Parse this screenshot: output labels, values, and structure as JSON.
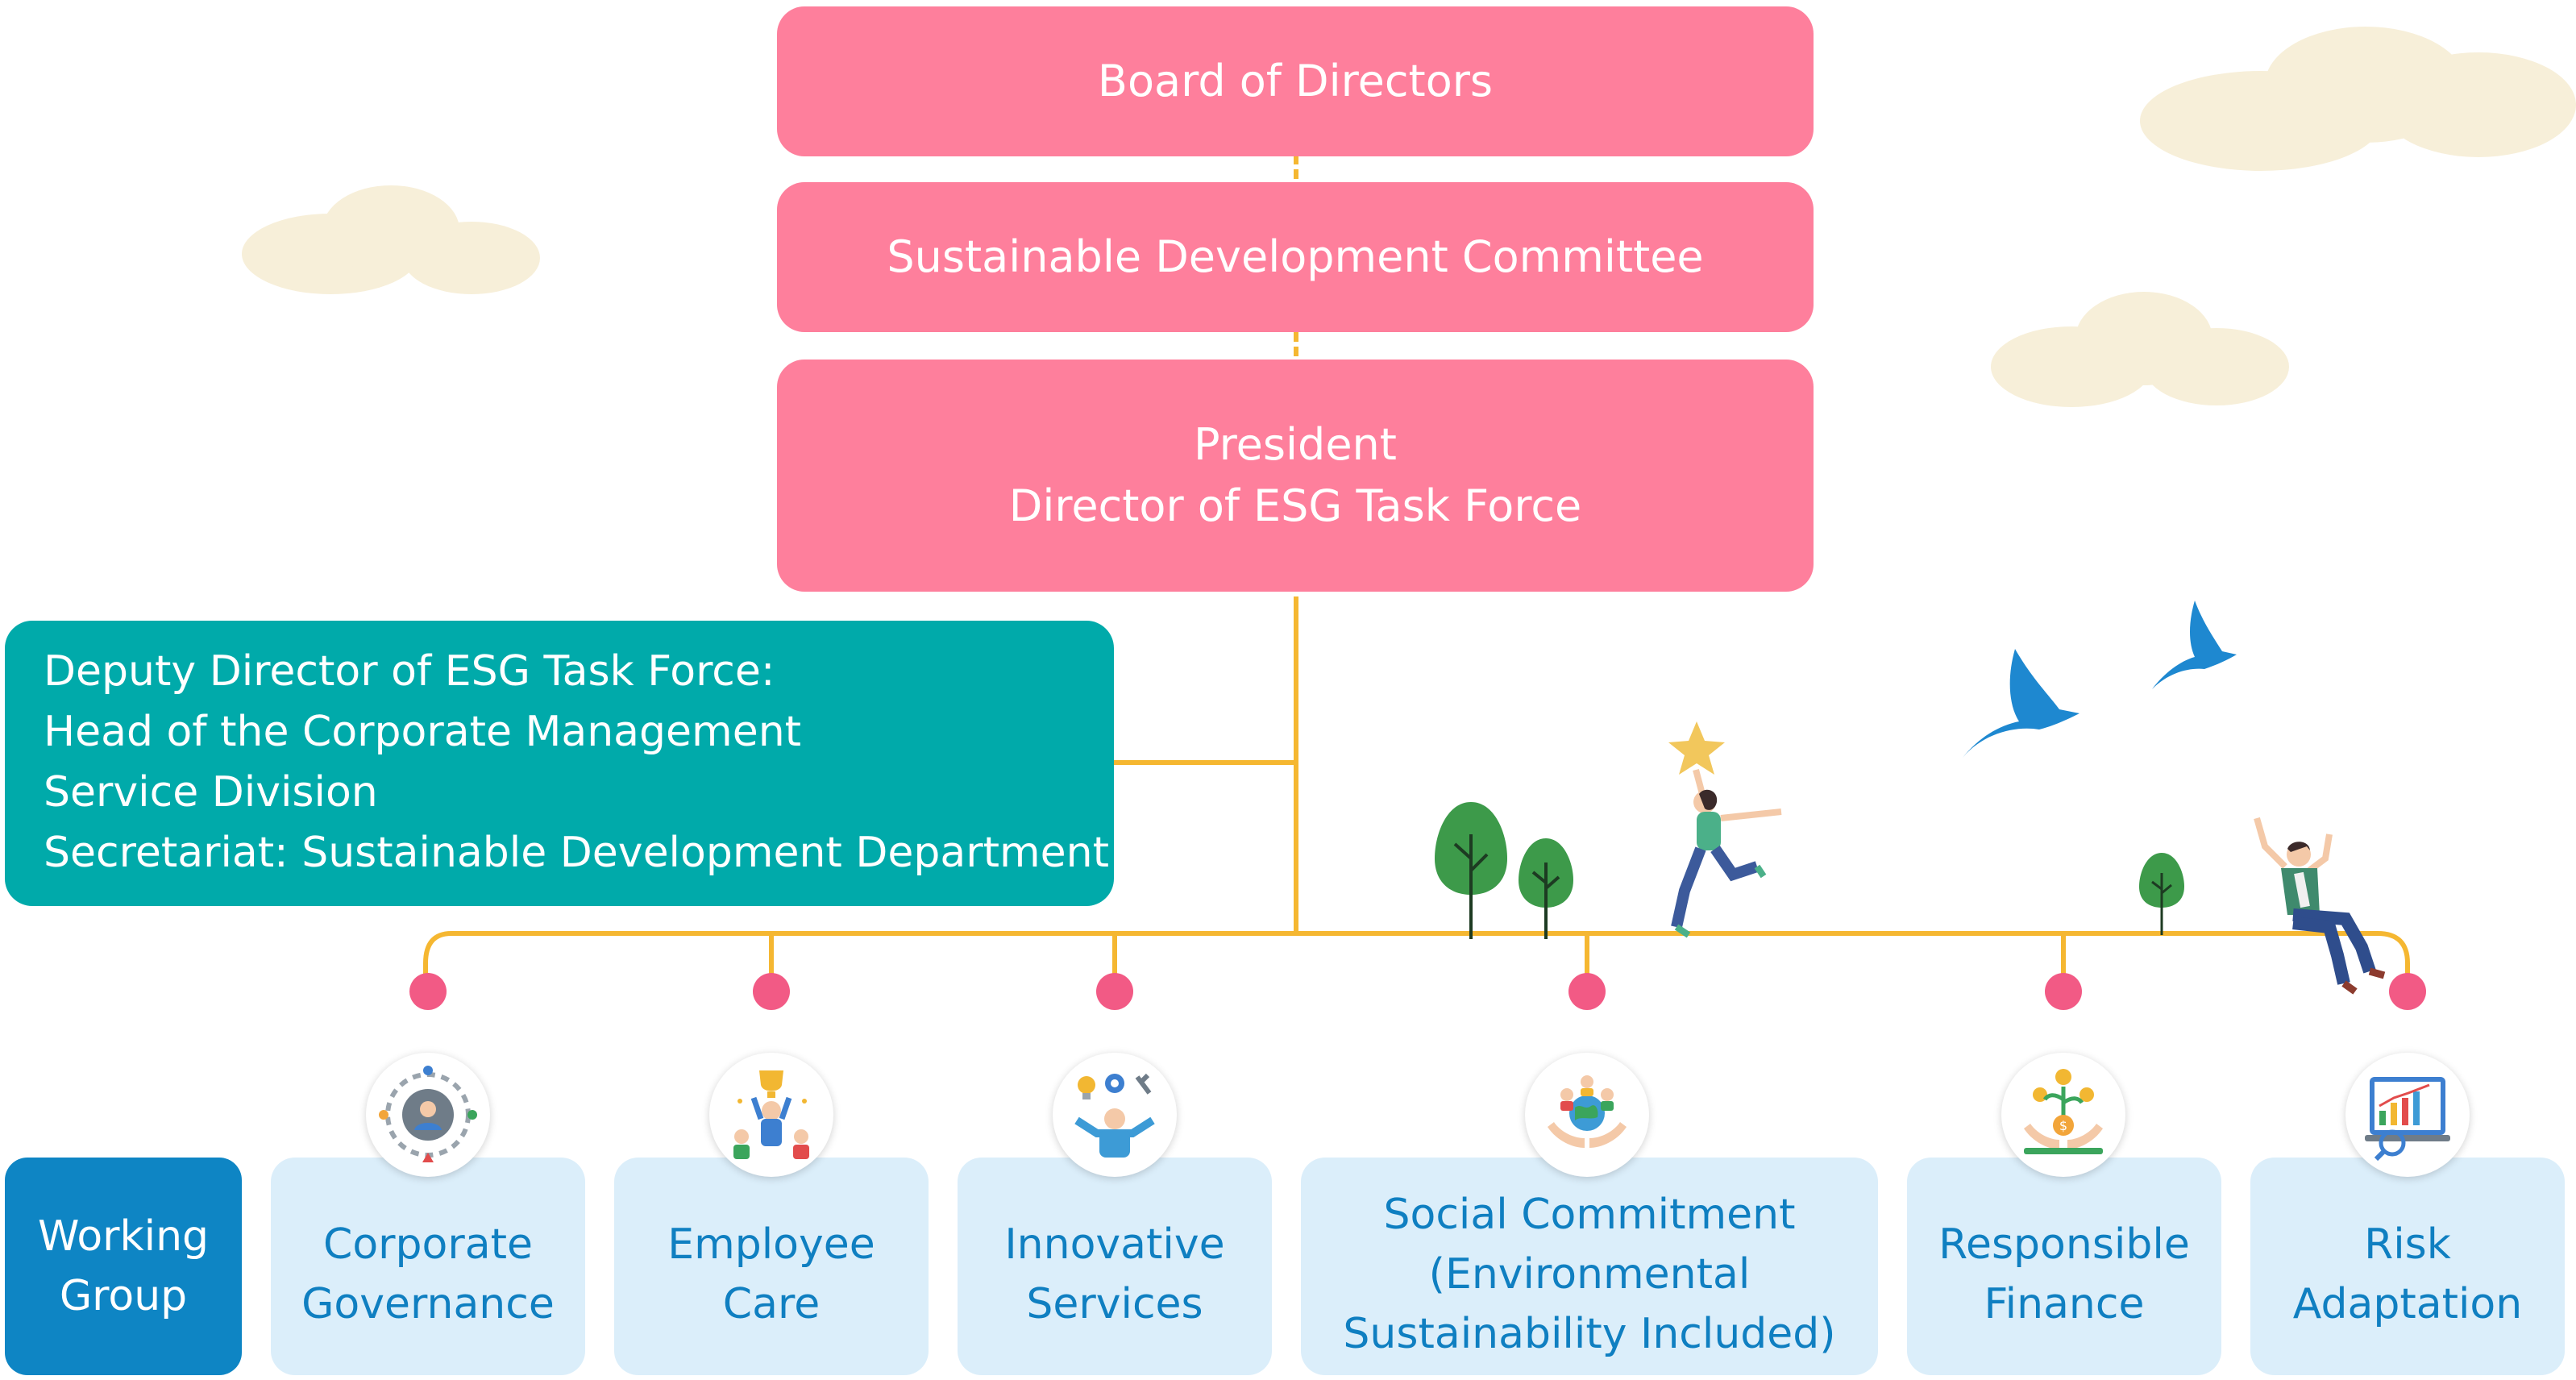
{
  "hierarchy": {
    "board": "Board of Directors",
    "committee": "Sustainable Development Committee",
    "president_line1": "President",
    "president_line2": "Director of ESG Task Force"
  },
  "deputy": {
    "line1": "Deputy Director of ESG Task Force:",
    "line2": "Head of the Corporate Management",
    "line3": "Service Division",
    "line4": "Secretariat: Sustainable Development Department"
  },
  "working_group": {
    "label_line1": "Working",
    "label_line2": "Group",
    "groups": [
      {
        "line1": "Corporate",
        "line2": "Governance",
        "icon": "governance-gear-icon"
      },
      {
        "line1": "Employee",
        "line2": "Care",
        "icon": "employee-trophy-icon"
      },
      {
        "line1": "Innovative",
        "line2": "Services",
        "icon": "innovation-tools-icon"
      },
      {
        "line1": "Social Commitment",
        "line2": "(Environmental",
        "line3": "Sustainability Included)",
        "icon": "social-globe-hands-icon"
      },
      {
        "line1": "Responsible",
        "line2": "Finance",
        "icon": "finance-money-plant-icon"
      },
      {
        "line1": "Risk",
        "line2": "Adaptation",
        "icon": "risk-analytics-icon"
      }
    ]
  },
  "colors": {
    "pink": "#fe7f9c",
    "teal": "#00aaaa",
    "blue": "#0e85c4",
    "light_blue": "#dbeefa",
    "connector": "#f5b731",
    "dot": "#f25a85"
  }
}
